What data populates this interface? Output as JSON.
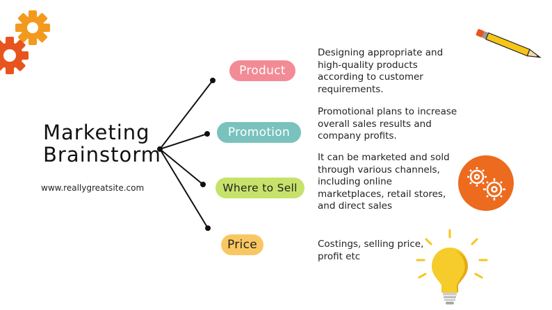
{
  "title": {
    "line1": "Marketing",
    "line2": "Brainstorm"
  },
  "website": "www.reallygreatsite.com",
  "branches": [
    {
      "label": "Product",
      "color": "#f28b95",
      "description": "Designing appropriate and high-quality products according to customer requirements."
    },
    {
      "label": "Promotion",
      "color": "#79c2bd",
      "description": "Promotional plans to increase overall sales results and company profits."
    },
    {
      "label": "Where to Sell",
      "color": "#c7e26a",
      "description": "It can be marketed and sold through various channels, including online marketplaces, retail stores, and direct sales"
    },
    {
      "label": "Price",
      "color": "#f9c762",
      "description": "Costings, selling price, profit etc"
    }
  ],
  "icons": [
    "gear-icon",
    "pencil-icon",
    "gears-circle-icon",
    "light-bulb-icon"
  ],
  "colors": {
    "orange": "#f39a1e",
    "red_orange": "#e8541d",
    "gears_badge": "#ec6b1e",
    "bulb": "#f5cc2a",
    "bulb_rays": "#f5c518"
  }
}
